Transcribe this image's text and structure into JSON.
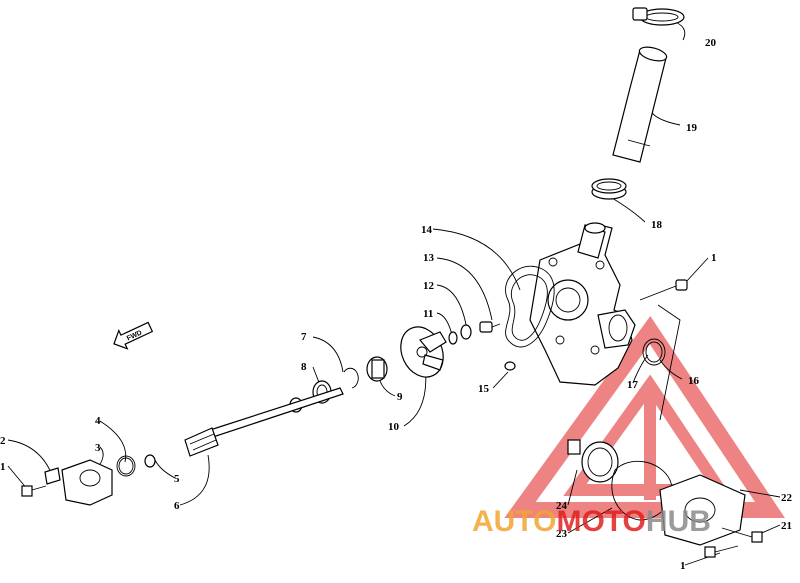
{
  "diagram": {
    "fwd_label": "FWD",
    "callouts": [
      {
        "id": "1a",
        "text": "1"
      },
      {
        "id": "1b",
        "text": "1"
      },
      {
        "id": "1c",
        "text": "1"
      },
      {
        "id": "2",
        "text": "2"
      },
      {
        "id": "3",
        "text": "3"
      },
      {
        "id": "4",
        "text": "4"
      },
      {
        "id": "5",
        "text": "5"
      },
      {
        "id": "6",
        "text": "6"
      },
      {
        "id": "7",
        "text": "7"
      },
      {
        "id": "8",
        "text": "8"
      },
      {
        "id": "9",
        "text": "9"
      },
      {
        "id": "10",
        "text": "10"
      },
      {
        "id": "11",
        "text": "11"
      },
      {
        "id": "12",
        "text": "12"
      },
      {
        "id": "13",
        "text": "13"
      },
      {
        "id": "14",
        "text": "14"
      },
      {
        "id": "15",
        "text": "15"
      },
      {
        "id": "16",
        "text": "16"
      },
      {
        "id": "17",
        "text": "17"
      },
      {
        "id": "18",
        "text": "18"
      },
      {
        "id": "19",
        "text": "19"
      },
      {
        "id": "20",
        "text": "20"
      },
      {
        "id": "21",
        "text": "21"
      },
      {
        "id": "22",
        "text": "22"
      },
      {
        "id": "23",
        "text": "23"
      },
      {
        "id": "24",
        "text": "24"
      }
    ]
  },
  "watermark": {
    "part1": "AUTO",
    "part2": "MOTO",
    "part3": "HUB",
    "colors": {
      "orange": "#f3a531",
      "red": "#e0201f",
      "gray": "#8a8a8a"
    }
  }
}
